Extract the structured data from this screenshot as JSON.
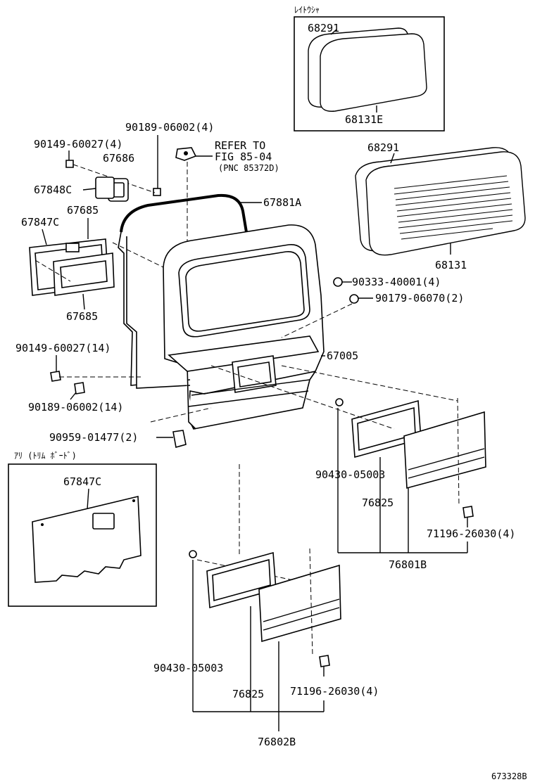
{
  "diagram_code": "673328B",
  "sections": {
    "rear_washer_label": "ﾚｲﾄｳｼｬ",
    "with_trim_board_label": "ｱﾘ (ﾄﾘﾑ ﾎﾞｰﾄﾞ)"
  },
  "parts": {
    "p68291_top": "68291",
    "p68131E": "68131E",
    "p68291_right": "68291",
    "p68131": "68131",
    "p90189_06002_4": "90189-06002(4)",
    "p90149_60027_4": "90149-60027(4)",
    "p67686": "67686",
    "p67848C": "67848C",
    "p67685_top": "67685",
    "p67847C": "67847C",
    "p67685_bottom": "67685",
    "p67881A": "67881A",
    "p90333_40001_4": "90333-40001(4)",
    "p90179_06070_2": "90179-06070(2)",
    "p67005": "67005",
    "p90149_60027_14": "90149-60027(14)",
    "p90189_06002_14": "90189-06002(14)",
    "p90959_01477_2": "90959-01477(2)",
    "p90430_05003_right": "90430-05003",
    "p76825_right": "76825",
    "p71196_26030_4_right": "71196-26030(4)",
    "p76801B": "76801B",
    "p67847C_box": "67847C",
    "p90430_05003_bottom": "90430-05003",
    "p76825_bottom": "76825",
    "p71196_26030_4_bottom": "71196-26030(4)",
    "p76802B": "76802B"
  },
  "reference": {
    "line1": "REFER TO",
    "line2": "FIG 85-04",
    "line3": "(PNC 85372D)"
  }
}
